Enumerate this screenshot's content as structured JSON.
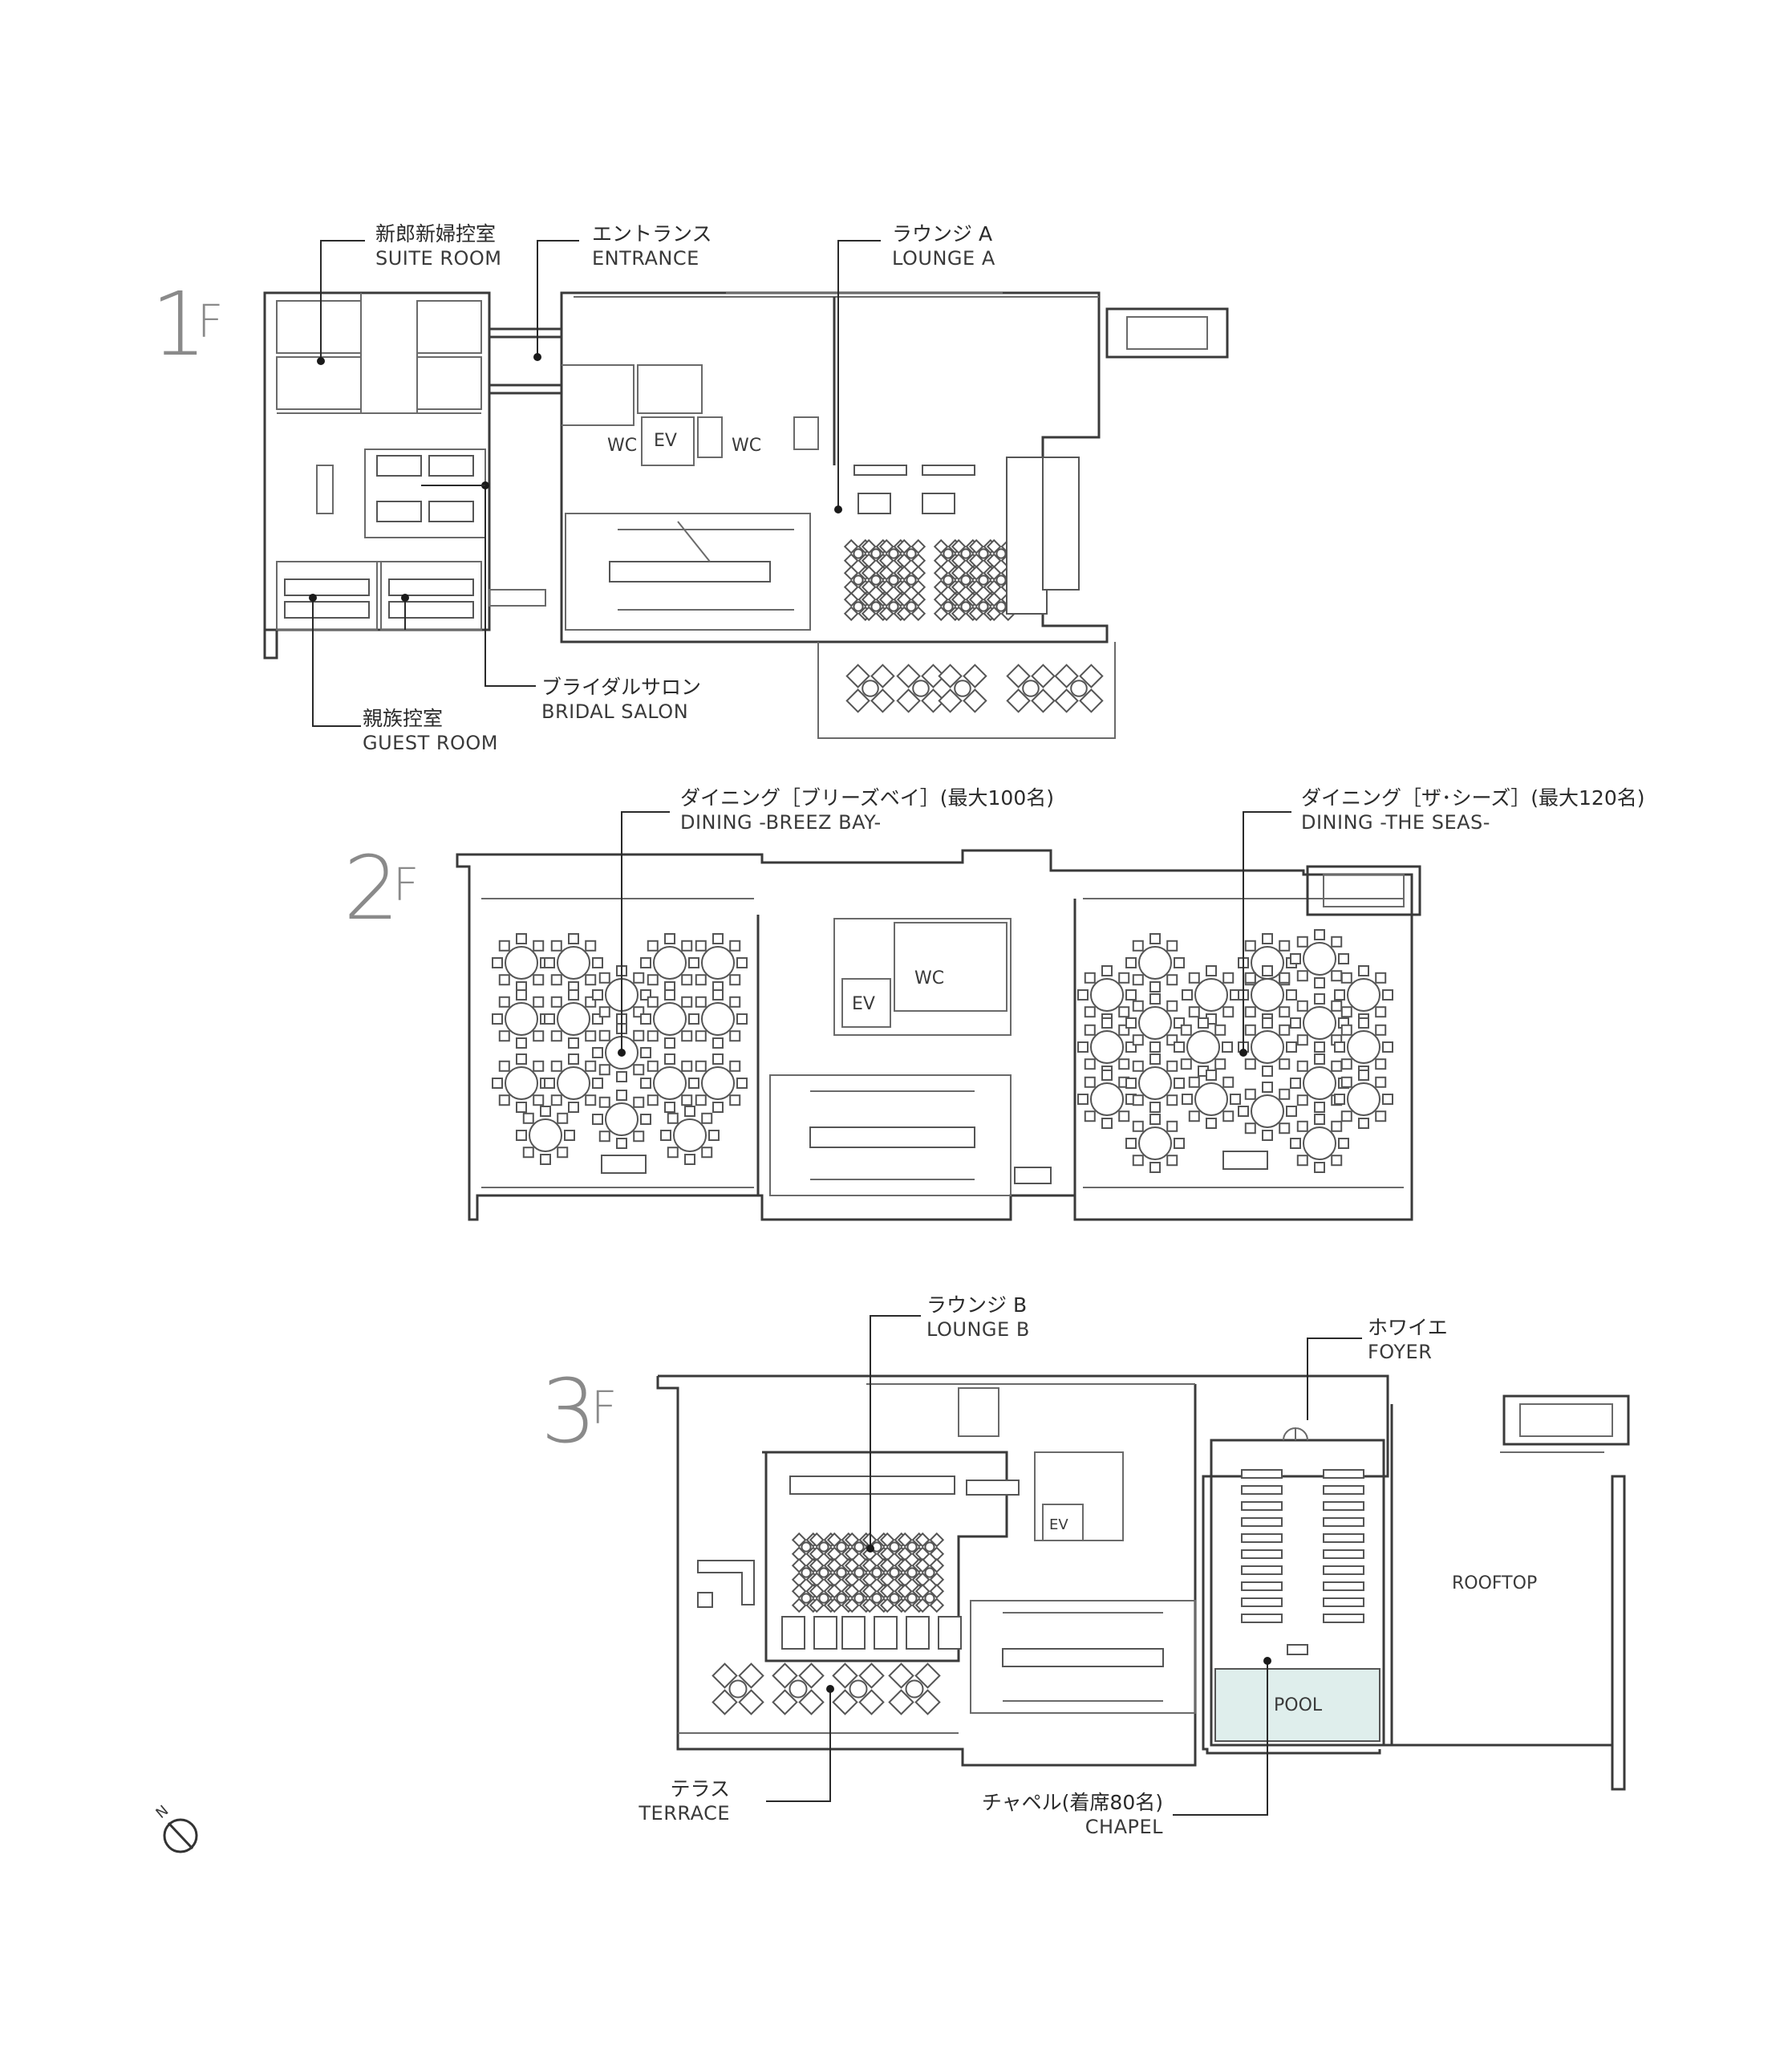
{
  "floors": [
    {
      "id": "1f",
      "num": "1",
      "unit": "F"
    },
    {
      "id": "2f",
      "num": "2",
      "unit": "F"
    },
    {
      "id": "3f",
      "num": "3",
      "unit": "F"
    }
  ],
  "rooms": {
    "suite_room": {
      "ja": "新郎新婦控室",
      "en": "SUITE ROOM"
    },
    "entrance": {
      "ja": "エントランス",
      "en": "ENTRANCE"
    },
    "lounge_a": {
      "ja": "ラウンジ A",
      "en": "LOUNGE A"
    },
    "bridal_salon": {
      "ja": "ブライダルサロン",
      "en": "BRIDAL SALON"
    },
    "guest_room": {
      "ja": "親族控室",
      "en": "GUEST ROOM"
    },
    "dining_breez": {
      "ja": "ダイニング［ブリーズベイ］(最大100名)",
      "en": "DINING -BREEZ BAY-"
    },
    "dining_seas": {
      "ja": "ダイニング［ザ･シーズ］(最大120名)",
      "en": "DINING  -THE SEAS-"
    },
    "lounge_b": {
      "ja": "ラウンジ B",
      "en": "LOUNGE B"
    },
    "foyer": {
      "ja": "ホワイエ",
      "en": "FOYER"
    },
    "terrace": {
      "ja": "テラス",
      "en": "TERRACE"
    },
    "chapel": {
      "ja": "チャペル(着席80名)",
      "en": "CHAPEL"
    }
  },
  "marks": {
    "wc": "WC",
    "ev": "EV",
    "rooftop": "ROOFTOP",
    "pool": "POOL",
    "north": "N"
  },
  "colors": {
    "pool": "#dfeeec",
    "line": "#3a3a3a",
    "floor_label": "#8a8a8a"
  }
}
